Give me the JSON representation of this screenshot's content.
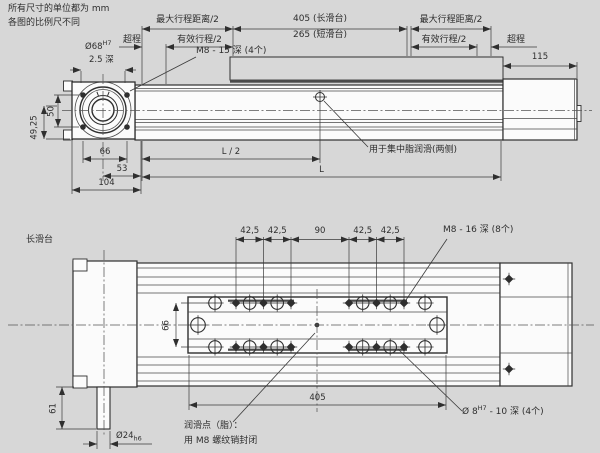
{
  "colors": {
    "background": "#d7d7d7",
    "line": "#2f2f2f",
    "thin_line": "#4a4a4a",
    "fill_white": "#fbfbfb",
    "slab_fill": "#d8d8d8",
    "dark_edge": "#4a4a4a"
  },
  "notes": {
    "units": "所有尺寸的单位都为 mm",
    "scale": "各图的比例尺不同"
  },
  "top_view": {
    "dims": {
      "max_travel_left": "最大行程距离/2",
      "long_table": "405 (长滑台)",
      "short_table": "265 (短滑台)",
      "max_travel_right": "最大行程距离/2",
      "overtravel_left": "超程",
      "effective_left": "有效行程/2",
      "effective_right": "有效行程/2",
      "overtravel_right": "超程",
      "end_length": "115",
      "bore_dia": "Ø68",
      "bore_tol": "H7",
      "bore_depth": "2.5 深",
      "m8_note": "M8 - 15 深 (4个)",
      "v50": "50",
      "v4925": "49,25",
      "h66": "66",
      "h53": "53",
      "h104": "104",
      "half_length": "L / 2",
      "length": "L"
    },
    "grease_note": "用于集中脂润滑(两侧)"
  },
  "bottom_view": {
    "title": "长滑台",
    "dims": {
      "s1": "42,5",
      "s2": "42,5",
      "s3": "90",
      "s4": "42,5",
      "s5": "42,5",
      "v66": "66",
      "plate_length": "405",
      "v61": "61",
      "shaft_dia": "Ø24",
      "shaft_tol": "h6"
    },
    "m8_note": "M8 - 16 深 (8个)",
    "pin_note_prefix": "Ø 8",
    "pin_note_tol": "H7",
    "pin_note_suffix": " - 10 深 (4个)",
    "lube_note_line1": "润滑点（脂）：",
    "lube_note_line2": "用 M8 螺纹销封闭"
  }
}
